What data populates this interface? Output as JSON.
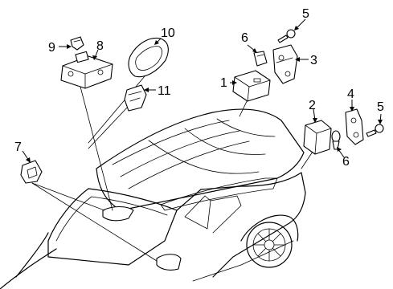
{
  "callouts": {
    "c1": "1",
    "c2": "2",
    "c3": "3",
    "c4": "4",
    "c5a": "5",
    "c5b": "5",
    "c6a": "6",
    "c6b": "6",
    "c7": "7",
    "c8": "8",
    "c9": "9",
    "c10": "10",
    "c11": "11"
  }
}
